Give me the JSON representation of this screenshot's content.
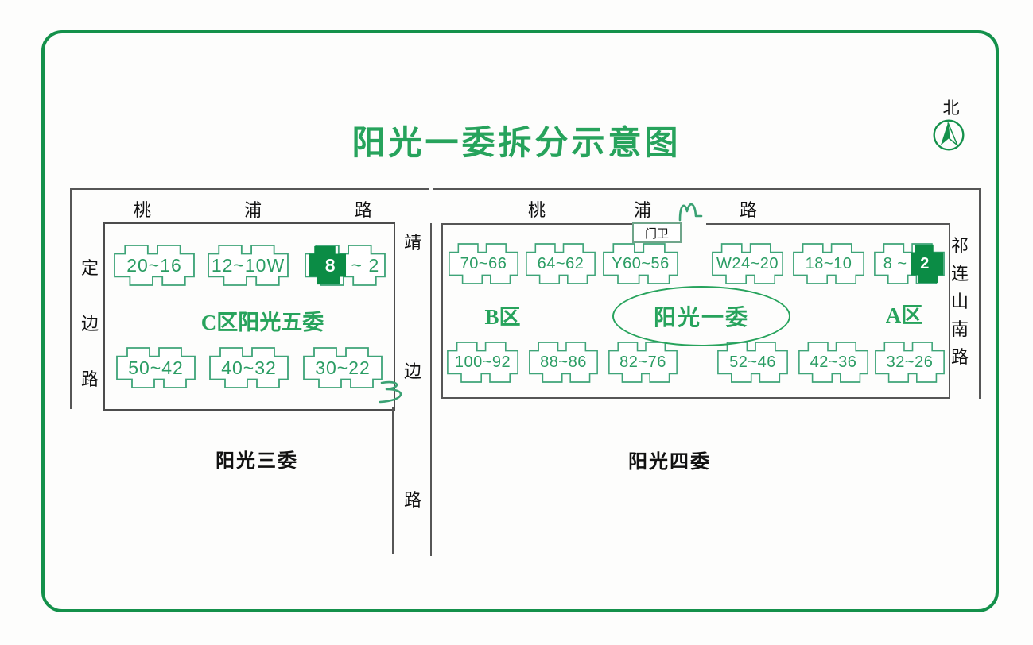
{
  "title": "阳光一委拆分示意图",
  "north": {
    "label": "北",
    "icon": "compass-icon"
  },
  "colors": {
    "frame_green": "#14914b",
    "accent_green": "#27a35c",
    "building_stroke": "#3ea478",
    "building_fill_highlight": "#0b8c45",
    "map_line": "#565656",
    "text_black": "#111111"
  },
  "left_block": {
    "top_road": {
      "name": "桃浦路",
      "chars": [
        "桃",
        "浦",
        "路"
      ]
    },
    "west_road": {
      "name": "定边路",
      "chars": [
        "定",
        "边",
        "路"
      ]
    },
    "zone_label": "C区阳光五委",
    "row1": [
      "20~16",
      "12~10W"
    ],
    "row1_highlight": {
      "white": "8",
      "green": "~ 2"
    },
    "row2": [
      "50~42",
      "40~32",
      "30~22"
    ],
    "caption": "阳光三委"
  },
  "middle_road": {
    "name": "靖边路",
    "chars": [
      "靖",
      "边",
      "路"
    ],
    "handwritten_mark": "3"
  },
  "right_block": {
    "top_road": {
      "name": "桃浦路",
      "chars": [
        "桃",
        "浦",
        "路"
      ],
      "handwritten_mark": "M"
    },
    "gate_label": "门卫",
    "zone_b_label": "B区",
    "committee_label": "阳光一委",
    "zone_a_label": "A区",
    "row1_b": [
      "70~66",
      "64~62",
      "Y60~56"
    ],
    "row1_a": [
      "W24~20",
      "18~10"
    ],
    "row1_a_highlight": {
      "green": "8 ~",
      "white": "2"
    },
    "row2_b": [
      "100~92",
      "88~86",
      "82~76"
    ],
    "row2_a": [
      "52~46",
      "42~36",
      "32~26"
    ],
    "caption": "阳光四委",
    "east_road": {
      "name": "祁连山南路",
      "chars": [
        "祁",
        "连",
        "山",
        "南",
        "路"
      ]
    }
  }
}
